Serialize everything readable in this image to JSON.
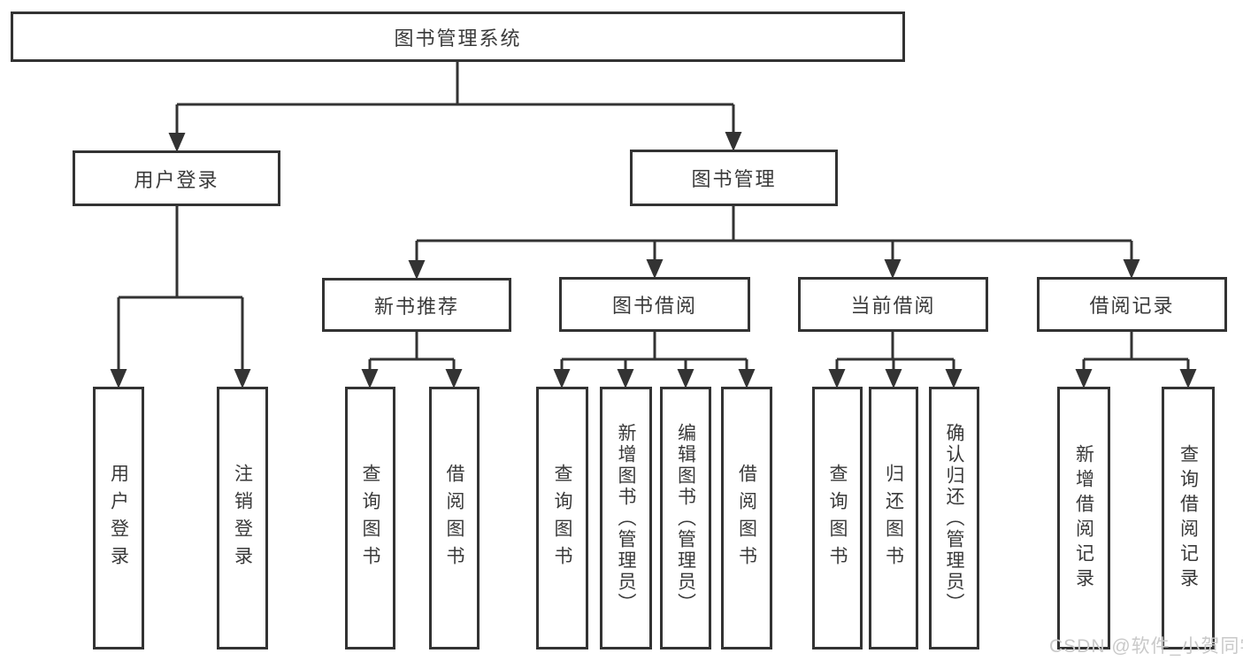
{
  "colors": {
    "line": "#333333",
    "text": "#3a3a3a",
    "box_fill": "#ffffff",
    "background": "#ffffff",
    "watermark": "#c9c9c9"
  },
  "watermark": "CSDN @软件_小贺同学",
  "tree": {
    "root": {
      "label": "图书管理系统",
      "children": [
        {
          "label": "用户登录",
          "children": [
            {
              "label": "用户登录"
            },
            {
              "label": "注销登录"
            }
          ]
        },
        {
          "label": "图书管理",
          "children": [
            {
              "label": "新书推荐",
              "children": [
                {
                  "label": "查询图书"
                },
                {
                  "label": "借阅图书"
                }
              ]
            },
            {
              "label": "图书借阅",
              "children": [
                {
                  "label": "查询图书"
                },
                {
                  "label": "新增图书（管理员）"
                },
                {
                  "label": "编辑图书（管理员）"
                },
                {
                  "label": "借阅图书"
                }
              ]
            },
            {
              "label": "当前借阅",
              "children": [
                {
                  "label": "查询图书"
                },
                {
                  "label": "归还图书"
                },
                {
                  "label": "确认归还（管理员）"
                }
              ]
            },
            {
              "label": "借阅记录",
              "children": [
                {
                  "label": "新增借阅记录"
                },
                {
                  "label": "查询借阅记录"
                }
              ]
            }
          ]
        }
      ]
    }
  }
}
